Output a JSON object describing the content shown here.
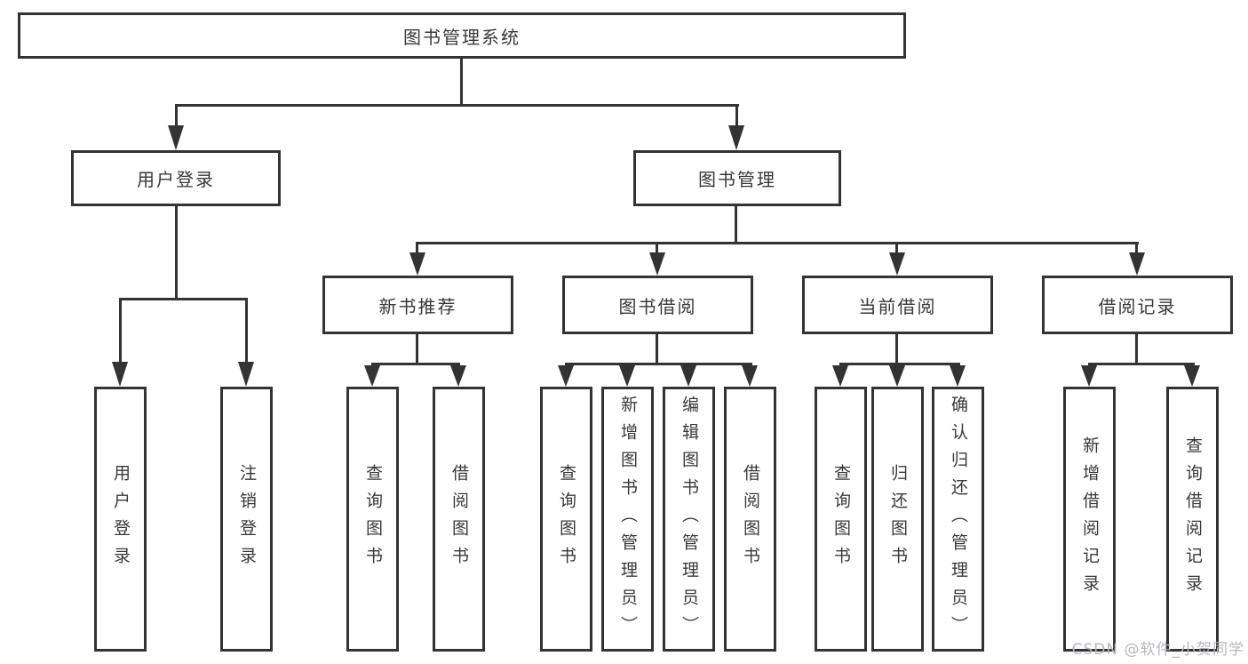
{
  "diagram": {
    "root": {
      "label": "图书管理系统"
    },
    "branches": [
      {
        "label": "用户登录",
        "children": [
          {
            "label": "用户登录"
          },
          {
            "label": "注销登录"
          }
        ]
      },
      {
        "label": "图书管理",
        "children": [
          {
            "label": "新书推荐",
            "children": [
              {
                "label": "查询图书"
              },
              {
                "label": "借阅图书"
              }
            ]
          },
          {
            "label": "图书借阅",
            "children": [
              {
                "label": "查询图书"
              },
              {
                "label": "新增图书（管理员）"
              },
              {
                "label": "编辑图书（管理员）"
              },
              {
                "label": "借阅图书"
              }
            ]
          },
          {
            "label": "当前借阅",
            "children": [
              {
                "label": "查询图书"
              },
              {
                "label": "归还图书"
              },
              {
                "label": "确认归还（管理员）"
              }
            ]
          },
          {
            "label": "借阅记录",
            "children": [
              {
                "label": "新增借阅记录"
              },
              {
                "label": "查询借阅记录"
              }
            ]
          }
        ]
      }
    ]
  },
  "watermark": {
    "text": "CSDN @软件_小贺同学"
  },
  "colors": {
    "line": "#333333",
    "box_border": "#333333",
    "text": "#383838",
    "background": "#ffffff",
    "watermark": "#b6b6be"
  }
}
